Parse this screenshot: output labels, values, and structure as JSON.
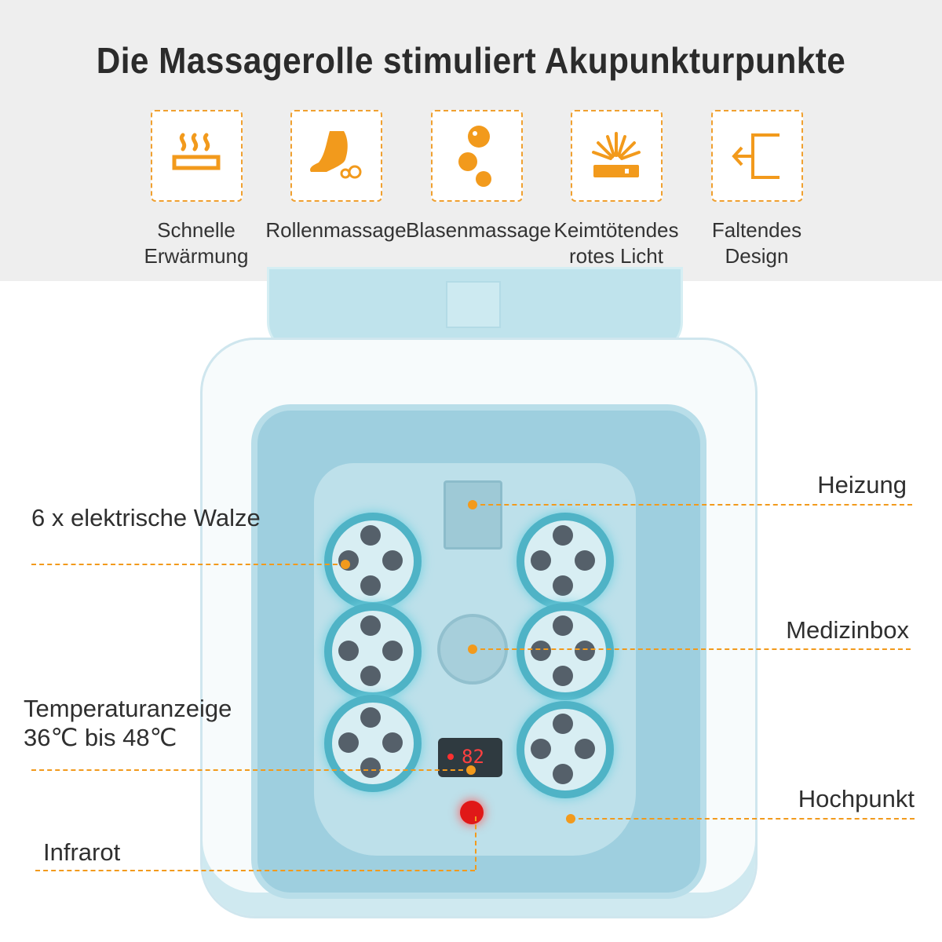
{
  "title": "Die Massagerolle stimuliert Akupunkturpunkte",
  "features": [
    {
      "icon": "heat-icon",
      "label": "Schnelle Erwärmung"
    },
    {
      "icon": "foot-roller-icon",
      "label": "Rollenmassage"
    },
    {
      "icon": "bubbles-icon",
      "label": "Blasenmassage"
    },
    {
      "icon": "red-light-icon",
      "label": "Keimtötendes rotes Licht"
    },
    {
      "icon": "fold-icon",
      "label": "Faltendes Design"
    }
  ],
  "annotations": {
    "heating": "Heizung",
    "medicine_box": "Medizinbox",
    "high_point": "Hochpunkt",
    "rollers": "6 x elektrische Walze",
    "temperature": "Temperaturanzeige",
    "temperature_range": "36℃ bis 48℃",
    "infrared": "Infrarot"
  },
  "display_reading": "82",
  "colors": {
    "accent": "#f29a1c",
    "basin": "#a9d4e2"
  }
}
